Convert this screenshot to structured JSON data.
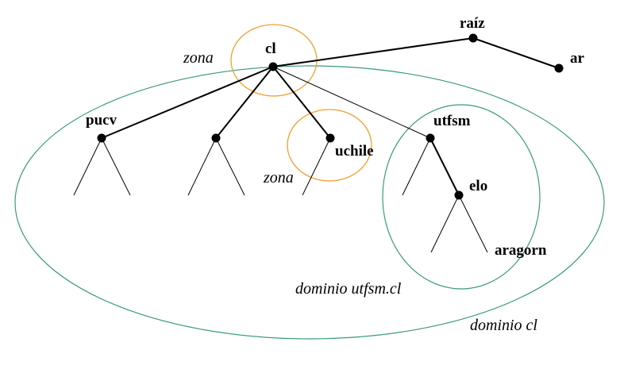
{
  "colors": {
    "zone_ring": "#f0a030",
    "domain_ring": "#3a9a7a",
    "edge": "#000000",
    "node": "#000000"
  },
  "nodes": {
    "root": "raíz",
    "ar": "ar",
    "cl": "cl",
    "pucv": "pucv",
    "uchile": "uchile",
    "utfsm": "utfsm",
    "elo": "elo",
    "aragorn": "aragorn"
  },
  "annotations": {
    "zone_cl": "zona",
    "zone_uchile": "zona",
    "domain_utfsm": "dominio utfsm.cl",
    "domain_cl": "dominio cl"
  }
}
